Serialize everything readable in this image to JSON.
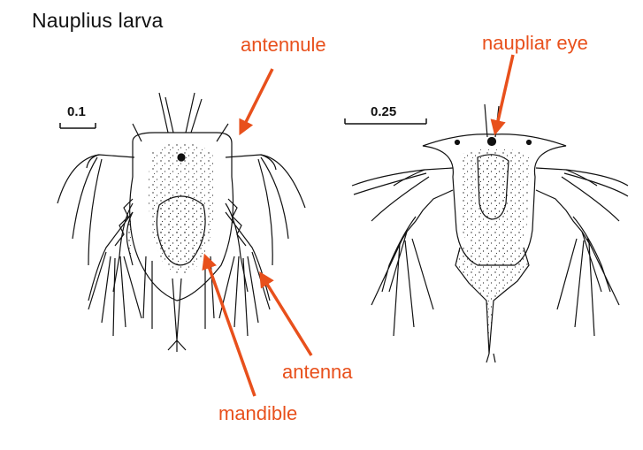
{
  "title": "Nauplius larva",
  "labels": {
    "antennule": "antennule",
    "naupliar_eye": "naupliar eye",
    "antenna": "antenna",
    "mandible": "mandible"
  },
  "scale_bars": {
    "left": "0.1",
    "right": "0.25"
  },
  "colors": {
    "annotation": "#e8501c",
    "ink": "#111111"
  }
}
